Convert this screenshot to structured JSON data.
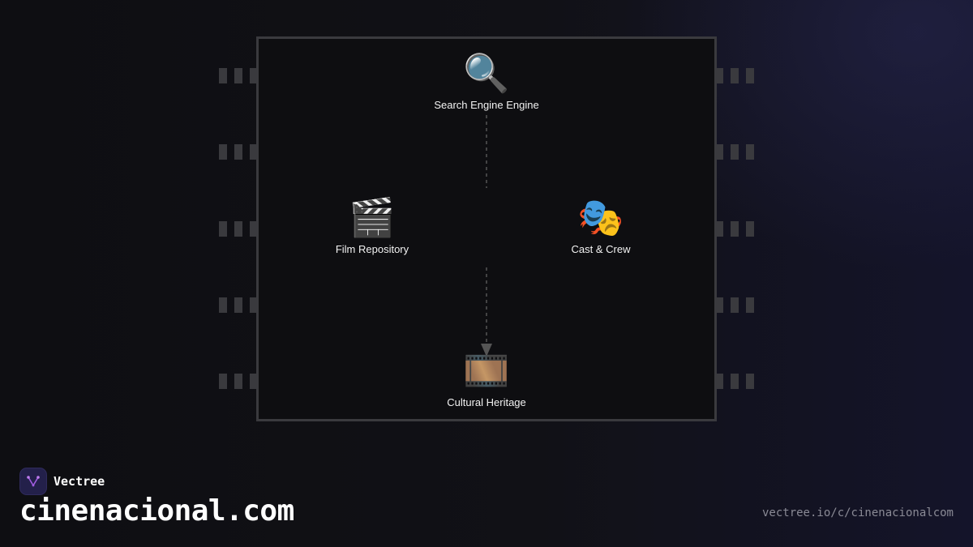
{
  "brand": {
    "name": "Vectree",
    "accent_color": "#a05ce0",
    "logo_bg_color": "#23204a"
  },
  "site": {
    "title": "cinenacional.com",
    "url": "vectree.io/c/cinenacionalcom"
  },
  "diagram": {
    "frame_color": "#3a3a3e",
    "connector_color": "#555555",
    "nodes": [
      {
        "id": "search",
        "label": "Search Engine Engine",
        "icon": "magnifying-glass-icon",
        "glyph": "🔍"
      },
      {
        "id": "film",
        "label": "Film Repository",
        "icon": "clapperboard-icon",
        "glyph": "🎬"
      },
      {
        "id": "cast",
        "label": "Cast & Crew",
        "icon": "theater-masks-icon",
        "glyph": "🎭"
      },
      {
        "id": "heritage",
        "label": "Cultural Heritage",
        "icon": "film-frames-icon",
        "glyph": "🎞️"
      }
    ],
    "edges": [
      {
        "from": "search",
        "to": "film-cast-row",
        "style": "dashed"
      },
      {
        "from": "film-cast-row",
        "to": "heritage",
        "style": "dashed",
        "arrow": true
      }
    ]
  }
}
